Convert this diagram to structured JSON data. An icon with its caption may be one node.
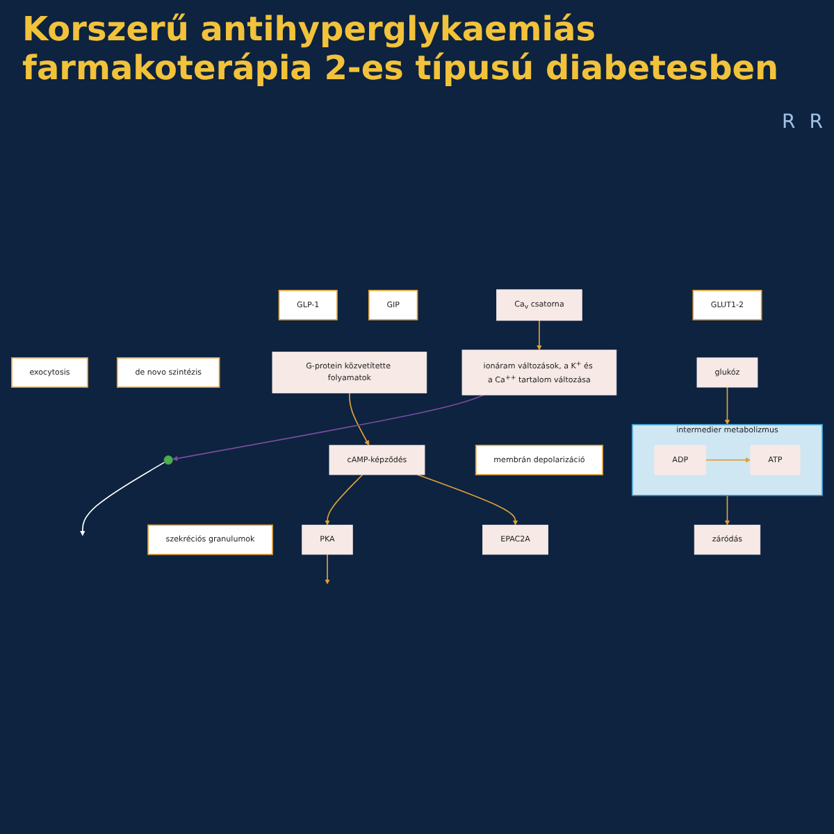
{
  "diagram": {
    "title": "Korszerű antihyperglykaemiás farmakoterápia 2-es típusú diabetesben",
    "nodes": [
      {
        "text": [
          "exocytosis"
        ]
      },
      {
        "text": [
          "de novo szintézis"
        ]
      },
      {
        "text": [],
        "shape": "circle"
      },
      {
        "text": [
          "szekréciós granulumok"
        ]
      },
      {
        "text": [
          "GLP-1"
        ]
      },
      {
        "text": [
          "GIP"
        ]
      },
      {
        "text": [
          "G-protein közvetítette folyamatok"
        ]
      },
      {
        "text": [
          "cAMP-képződés"
        ]
      },
      {
        "text": [
          "PKA"
        ]
      },
      {
        "text": [
          "EPAC2A"
        ]
      },
      {
        "text": [
          "Ca$_{v}$ csatorna"
        ]
      },
      {
        "text": [
          "ionáram változások, a K$^{+}$ és a Ca$^{++}$ tartalom változása"
        ]
      },
      {
        "text": [
          "membrán depolarizáció"
        ]
      },
      {
        "text": [
          "intermedier metabolizmus"
        ]
      },
      {
        "text": [
          "ADP"
        ],
        "in": 13
      },
      {
        "text": [
          "ATP"
        ],
        "in": 13
      },
      {
        "text": [
          "glukóz"
        ]
      },
      {
        "text": [
          "záródás"
        ]
      },
      {
        "text": [
          "GLUT1-2"
        ]
      }
    ],
    "edges": [
      {
        "from": 2,
        "to": null,
        "arrow": "to",
        "color": "#ffffff"
      },
      {
        "from": 6,
        "to": 7,
        "arrow": "to"
      },
      {
        "from": 7,
        "to": 8,
        "arrow": "to"
      },
      {
        "from": 7,
        "to": 9,
        "arrow": "to"
      },
      {
        "from": 8,
        "to": null,
        "arrow": "to"
      },
      {
        "from": 10,
        "to": 11,
        "arrow": "to"
      },
      {
        "from": 11,
        "to": 2,
        "arrow": "to",
        "color": "#7d4c9e"
      },
      {
        "from": 14,
        "to": 15,
        "arrow": "to"
      },
      {
        "from": 16,
        "to": 13,
        "arrow": "to"
      },
      {
        "from": 13,
        "to": 17,
        "arrow": "to"
      }
    ],
    "labels": [
      "R",
      "R"
    ]
  }
}
